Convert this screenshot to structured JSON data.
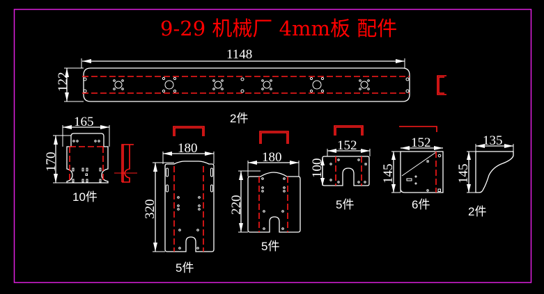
{
  "drawing": {
    "title": "9-29 机械厂 4mm板 配件",
    "colors": {
      "background": "#000000",
      "frame": "#e020e0",
      "title": "#ff0000",
      "outline": "#ffffff",
      "bend_line": "#ff1a1a"
    },
    "parts": [
      {
        "id": "long-bar",
        "dims": {
          "width": "1148",
          "height": "122"
        },
        "qty": "2件"
      },
      {
        "id": "bracket-165",
        "dims": {
          "width": "165",
          "height": "170"
        },
        "qty": "10件"
      },
      {
        "id": "plate-180x320",
        "dims": {
          "width": "180",
          "height": "320"
        },
        "qty": "5件"
      },
      {
        "id": "plate-180x220",
        "dims": {
          "width": "180",
          "height": "220"
        },
        "qty": "5件"
      },
      {
        "id": "plate-152x100",
        "dims": {
          "width": "152",
          "height": "100"
        },
        "qty": "5件"
      },
      {
        "id": "gusset-152x145",
        "dims": {
          "width": "152",
          "height": "145"
        },
        "qty": "6件"
      },
      {
        "id": "curved-135x145",
        "dims": {
          "width": "135",
          "height": "145"
        },
        "qty": "2件"
      }
    ]
  }
}
